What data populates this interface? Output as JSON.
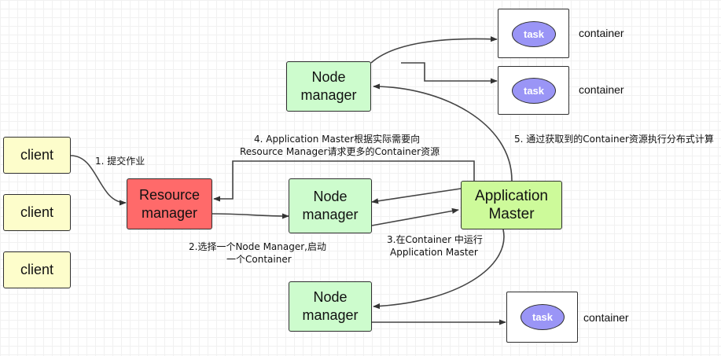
{
  "nodes": {
    "client_1": "client",
    "client_2": "client",
    "client_3": "client",
    "resource_manager": "Resource\nmanager",
    "node_manager_top": "Node\nmanager",
    "node_manager_mid": "Node\nmanager",
    "node_manager_bottom": "Node\nmanager",
    "application_master": "Application\nMaster"
  },
  "containers": [
    {
      "task": "task",
      "label": "container"
    },
    {
      "task": "task",
      "label": "container"
    },
    {
      "task": "task",
      "label": "container"
    }
  ],
  "edge_labels": {
    "submit_job": "1. 提交作业",
    "select_node": [
      "2.选择一个Node Manager,启动",
      "一个Container"
    ],
    "run_in_container": [
      "3.在Container 中运行",
      "Application Master"
    ],
    "request_more": [
      "4. Application Master根据实际需要向",
      "Resource Manager请求更多的Container资源"
    ],
    "execute": "5. 通过获取到的Container资源执行分布式计算"
  },
  "colors": {
    "client": "#fdfdcb",
    "node_manager": "#cdfccd",
    "resource_manager": "#ff6a6a",
    "application_master": "#cdfa9a",
    "task": "#9a95f6"
  }
}
